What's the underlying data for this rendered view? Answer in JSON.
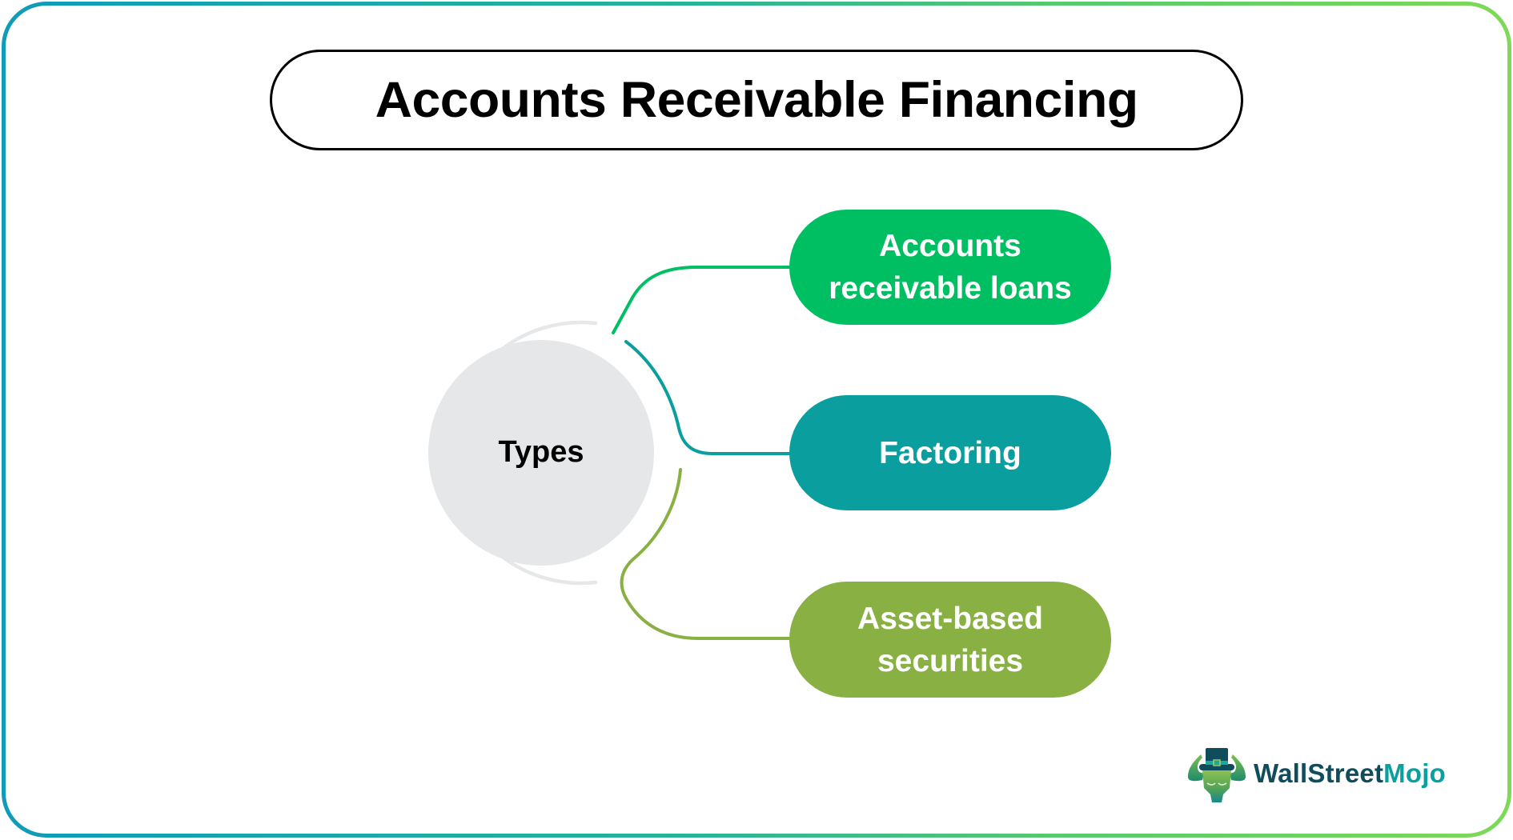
{
  "title": "Accounts Receivable Financing",
  "hub": {
    "label": "Types",
    "fill_color": "#E6E7E8",
    "ring_color": "#E6E7E8"
  },
  "types": [
    {
      "label_line1": "Accounts",
      "label_line2": "receivable loans",
      "color": "#00BF63"
    },
    {
      "label_line1": "Factoring",
      "label_line2": "",
      "color": "#0A9E9E"
    },
    {
      "label_line1": "Asset-based",
      "label_line2": "securities",
      "color": "#88B043"
    }
  ],
  "frame": {
    "gradient_start": "#0E9CB8",
    "gradient_end": "#7ED957"
  },
  "logo": {
    "name_part1": "WallStreet",
    "name_part2": "Mojo",
    "color_part1": "#0F4C5C",
    "color_part2": "#0AA0A0",
    "icon": "bull-with-top-hat-icon"
  }
}
